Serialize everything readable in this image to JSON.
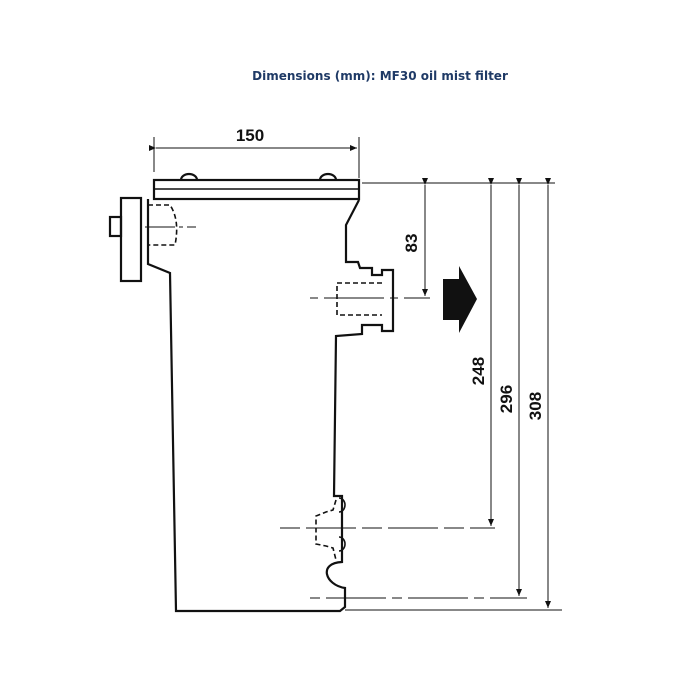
{
  "title": "Dimensions (mm): MF30 oil mist filter",
  "dimensions": {
    "width": "150",
    "inlet_height": "83",
    "drain_height": "248",
    "mount_height": "296",
    "total_height": "308"
  },
  "colors": {
    "title": "#1f3a66",
    "line": "#111111"
  }
}
